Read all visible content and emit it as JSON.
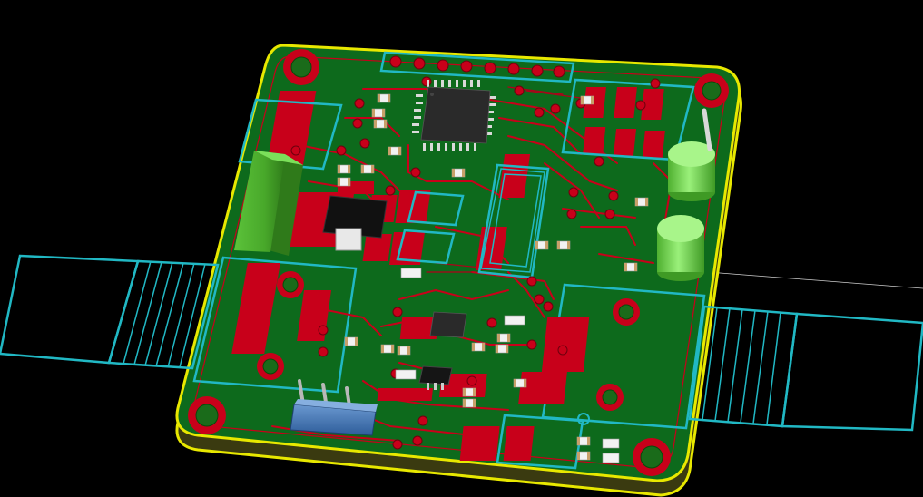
{
  "view": {
    "background_color": "#000000",
    "board_color": "#0d6a1c",
    "board_edge_color": "#e8e800",
    "copper_color": "#c8001a",
    "silkscreen_outline_color": "#21b8c4",
    "led_color": "#7ee05a",
    "connector_header_color": "#3a6fb0"
  },
  "components": [
    {
      "name": "microcontroller-qfp",
      "type": "ic"
    },
    {
      "name": "voltage-regulator-sot223",
      "type": "ic"
    },
    {
      "name": "op-amp-msop",
      "type": "ic"
    },
    {
      "name": "opto-sop",
      "type": "ic"
    },
    {
      "name": "crystal-oscillator",
      "type": "passive"
    },
    {
      "name": "led-green-1",
      "type": "led"
    },
    {
      "name": "led-green-2",
      "type": "led"
    },
    {
      "name": "terminal-block-green",
      "type": "connector"
    },
    {
      "name": "pin-header-blue",
      "type": "connector"
    },
    {
      "name": "ethernet-jack-left",
      "type": "connector"
    },
    {
      "name": "ethernet-jack-right",
      "type": "connector"
    },
    {
      "name": "programming-header-top",
      "type": "connector"
    }
  ]
}
